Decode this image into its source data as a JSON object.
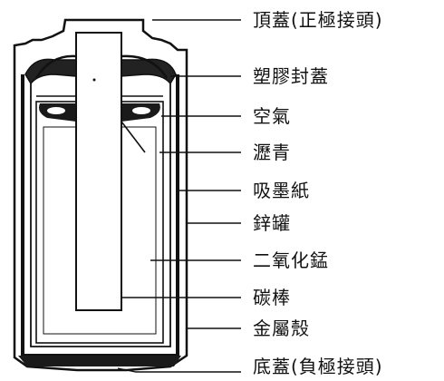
{
  "labels": {
    "top_cap": "頂蓋(正極接頭)",
    "plastic_seal": "塑膠封蓋",
    "air": "空氣",
    "asphalt": "瀝青",
    "absorbent_paper": "吸墨紙",
    "zinc_can": "鋅罐",
    "manganese_dioxide": "二氧化錳",
    "carbon_rod": "碳棒",
    "metal_shell": "金屬殼",
    "bottom_cap": "底蓋(負極接頭)"
  }
}
